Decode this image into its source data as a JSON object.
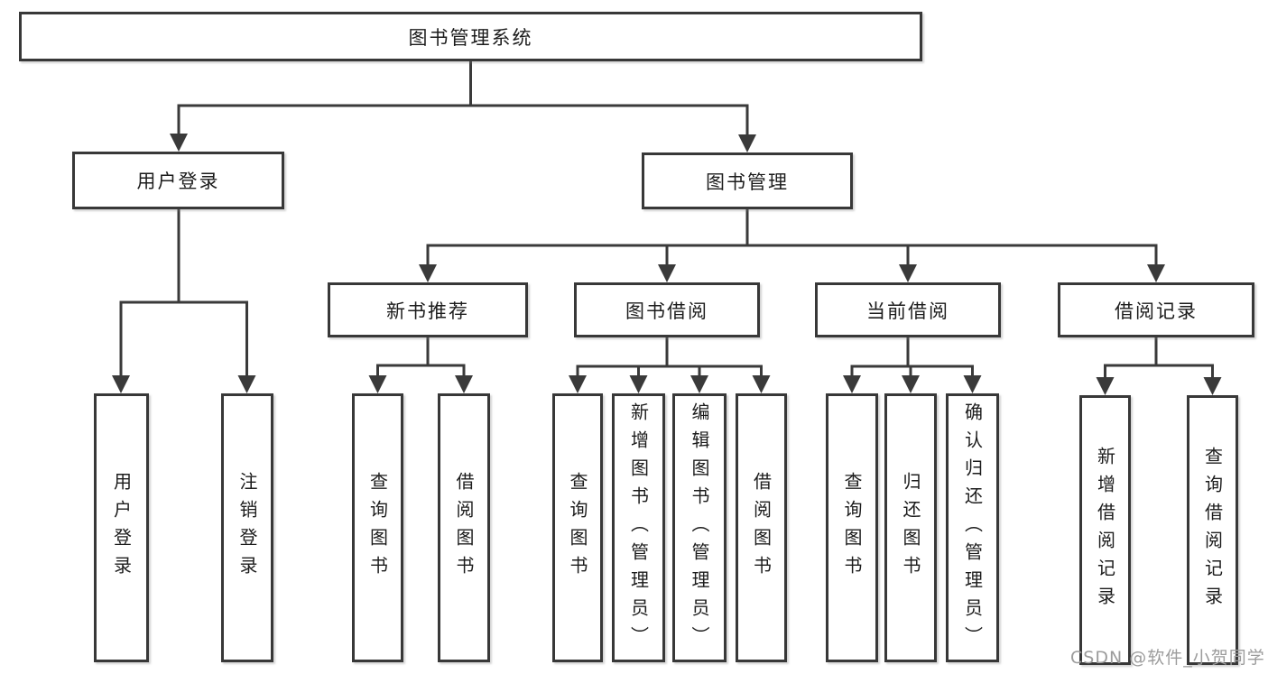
{
  "diagram": {
    "nodes": {
      "root": "图书管理系统",
      "l2": [
        "用户登录",
        "图书管理"
      ],
      "l3": [
        "新书推荐",
        "图书借阅",
        "当前借阅",
        "借阅记录"
      ],
      "l4": [
        "用户登录",
        "注销登录",
        "查询图书",
        "借阅图书",
        "查询图书",
        "新增图书（管理员）",
        "编辑图书（管理员）",
        "借阅图书",
        "查询图书",
        "归还图书",
        "确认归还（管理员）",
        "新增借阅记录",
        "查询借阅记录"
      ]
    },
    "colors": {
      "line": "#3a3a3a",
      "text": "#1c1c1c",
      "box_background": "#ffffff",
      "watermark": "#9c9c9c"
    }
  },
  "watermark": {
    "text": "CSDN @软件_小贺同学"
  }
}
